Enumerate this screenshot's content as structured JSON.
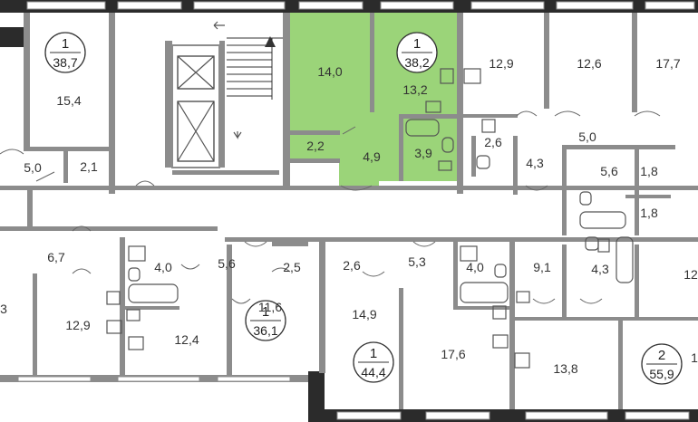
{
  "colors": {
    "highlight": "#9bd479",
    "wall": "#8c8c8c",
    "wall_dark": "#2b2b2b"
  },
  "apartments": [
    {
      "id": "apt-a",
      "rooms": "1",
      "area": "38,7"
    },
    {
      "id": "apt-b",
      "rooms": "1",
      "area": "38,2"
    },
    {
      "id": "apt-c",
      "rooms": "1",
      "area": "36,1"
    },
    {
      "id": "apt-d",
      "rooms": "1",
      "area": "44,4"
    },
    {
      "id": "apt-e",
      "rooms": "2",
      "area": "55,9"
    }
  ],
  "room_areas": [
    "15,4",
    "5,0",
    "2,1",
    "14,0",
    "13,2",
    "2,2",
    "4,9",
    "3,9",
    "12,9",
    "2,6",
    "12,6",
    "4,3",
    "17,7",
    "5,0",
    "5,6",
    "1,8",
    "1,8",
    "6,7",
    "4,0",
    "5,6",
    "2,5",
    "2,6",
    "5,3",
    "4,0",
    "9,1",
    "4,3",
    "12",
    "3",
    "12,9",
    "12,4",
    "11,6",
    "14,9",
    "17,6",
    "13,8",
    "1"
  ]
}
